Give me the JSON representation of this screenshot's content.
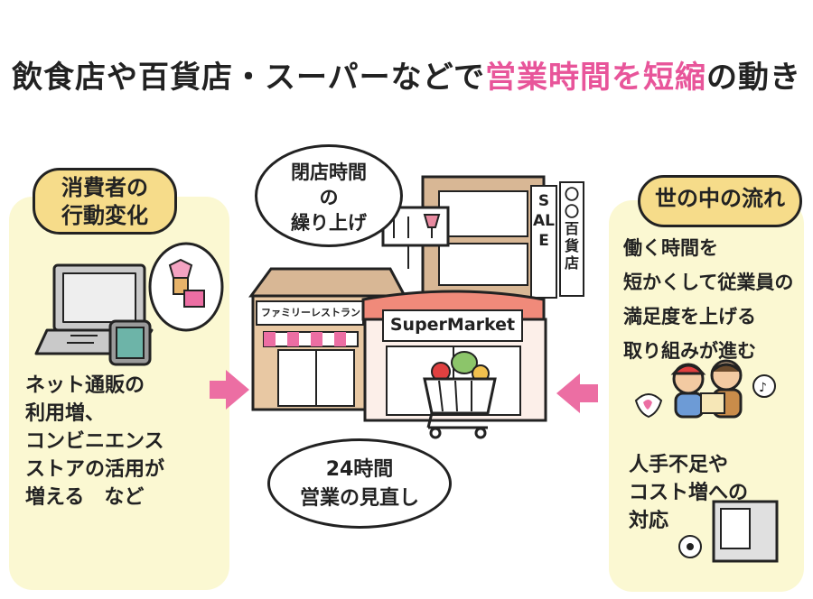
{
  "title": {
    "prefix": "飲食店や百貨店・スーパーなどで",
    "highlight": "営業時間を短縮",
    "suffix": "の動き"
  },
  "colors": {
    "accent_pink": "#e8559a",
    "panel_bg": "#fbf8d2",
    "badge_bg": "#f6dc8a"
  },
  "left": {
    "badge": [
      "消費者の",
      "行動変化"
    ],
    "lines": [
      "ネット通販の",
      "利用増、",
      "コンビニエンス",
      "ストアの活用が",
      "増える　など"
    ]
  },
  "right": {
    "badge": "世の中の流れ",
    "top_lines": [
      "働く時間を",
      "短かくして従業員の",
      "満足度を上げる",
      "取り組みが進む"
    ],
    "bottom_lines": [
      "人手不足や",
      "コスト増への",
      "対応"
    ]
  },
  "bubbles": {
    "top": [
      "閉店時間",
      "の",
      "繰り上げ"
    ],
    "bottom": [
      "24時間",
      "営業の見直し"
    ]
  },
  "stores": {
    "restaurant_sign": "ファミリーレストラン",
    "supermarket_sign": "SuperMarket",
    "dept_sign": "〇〇百貨店",
    "sale_sign": "SALE"
  }
}
